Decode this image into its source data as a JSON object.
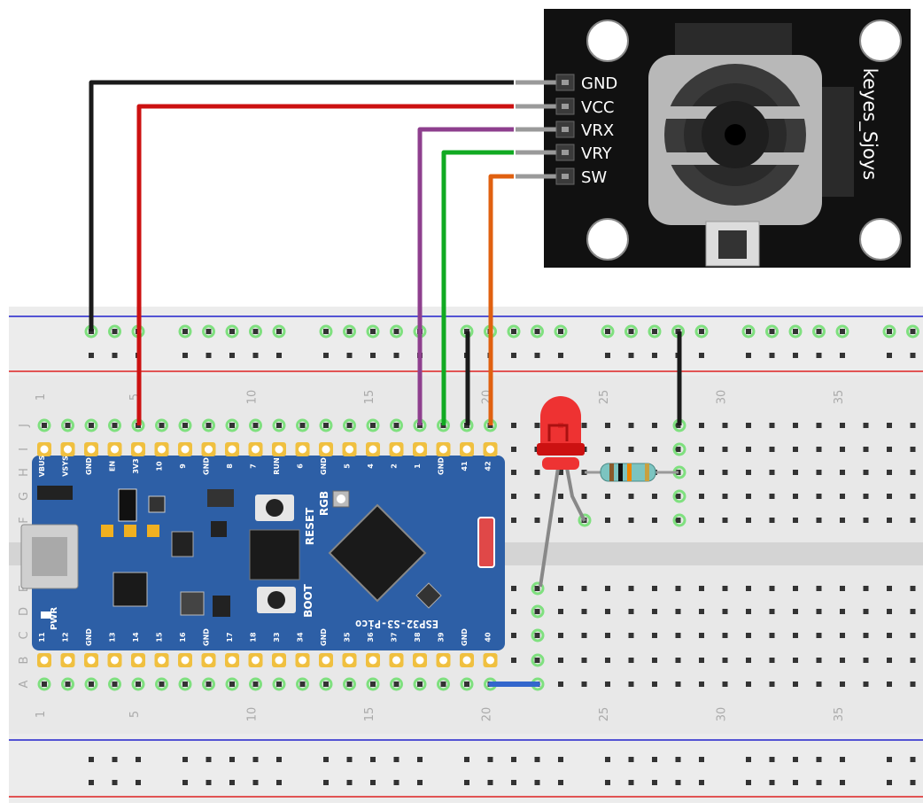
{
  "joystick": {
    "label": "keyes_Sjoys",
    "pins": [
      "GND",
      "VCC",
      "VRX",
      "VRY",
      "SW"
    ]
  },
  "breadboard": {
    "row_letters_top": [
      "J",
      "I",
      "H",
      "G",
      "F"
    ],
    "row_letters_bottom": [
      "E",
      "D",
      "C",
      "B",
      "A"
    ],
    "column_numbers": [
      "1",
      "5",
      "10",
      "15",
      "20",
      "25",
      "30",
      "35"
    ]
  },
  "board": {
    "name": "ESP32-S3-Pico",
    "top_pins": [
      "VBUS",
      "VSYS",
      "GND",
      "EN",
      "3V3",
      "10",
      "9",
      "GND",
      "8",
      "7",
      "RUN",
      "6",
      "GND",
      "5",
      "4",
      "2",
      "1",
      "GND",
      "41",
      "42"
    ],
    "bottom_pins": [
      "11",
      "12",
      "GND",
      "13",
      "14",
      "15",
      "16",
      "GND",
      "17",
      "18",
      "33",
      "34",
      "GND",
      "35",
      "36",
      "37",
      "38",
      "39",
      "GND",
      "40"
    ],
    "reset_label": "RESET",
    "rgb_label": "RGB",
    "boot_label": "BOOT",
    "pwr_label": "PWR"
  },
  "colors": {
    "gnd_wire": "#1a1a1a",
    "vcc_wire": "#cc1111",
    "vrx_wire": "#8e3f8e",
    "vry_wire": "#11aa22",
    "sw_wire": "#e06010",
    "jumper": "#3366cc",
    "board_blue": "#2d5fa6",
    "led_red": "#ee2222"
  }
}
